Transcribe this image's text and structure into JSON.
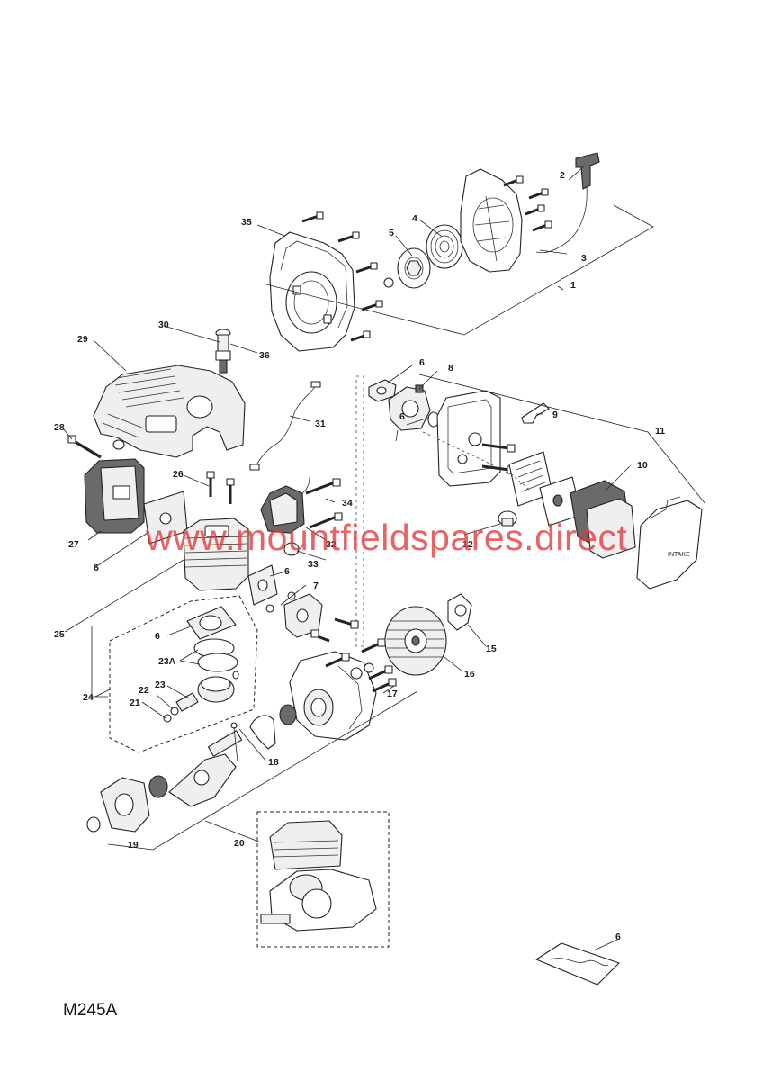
{
  "diagram": {
    "code": "M245A",
    "watermark": "www.mountfieldspares.direct",
    "intake_text": "INTAKE",
    "callouts": {
      "c1": "1",
      "c2": "2",
      "c3": "3",
      "c4": "4",
      "c5": "5",
      "c6a": "6",
      "c6b": "6",
      "c6c": "6",
      "c6d": "6",
      "c6e": "6",
      "c6f": "6",
      "c7": "7",
      "c8": "8",
      "c9": "9",
      "c10": "10",
      "c11": "11",
      "c12": "12",
      "c15": "15",
      "c16": "16",
      "c17": "17",
      "c18": "18",
      "c19": "19",
      "c20": "20",
      "c21": "21",
      "c22": "22",
      "c23": "23",
      "c23a": "23A",
      "c24": "24",
      "c25": "25",
      "c26": "26",
      "c27": "27",
      "c28": "28",
      "c29": "29",
      "c30": "30",
      "c31": "31",
      "c32": "32",
      "c33": "33",
      "c34": "34",
      "c35": "35",
      "c36": "36"
    }
  }
}
